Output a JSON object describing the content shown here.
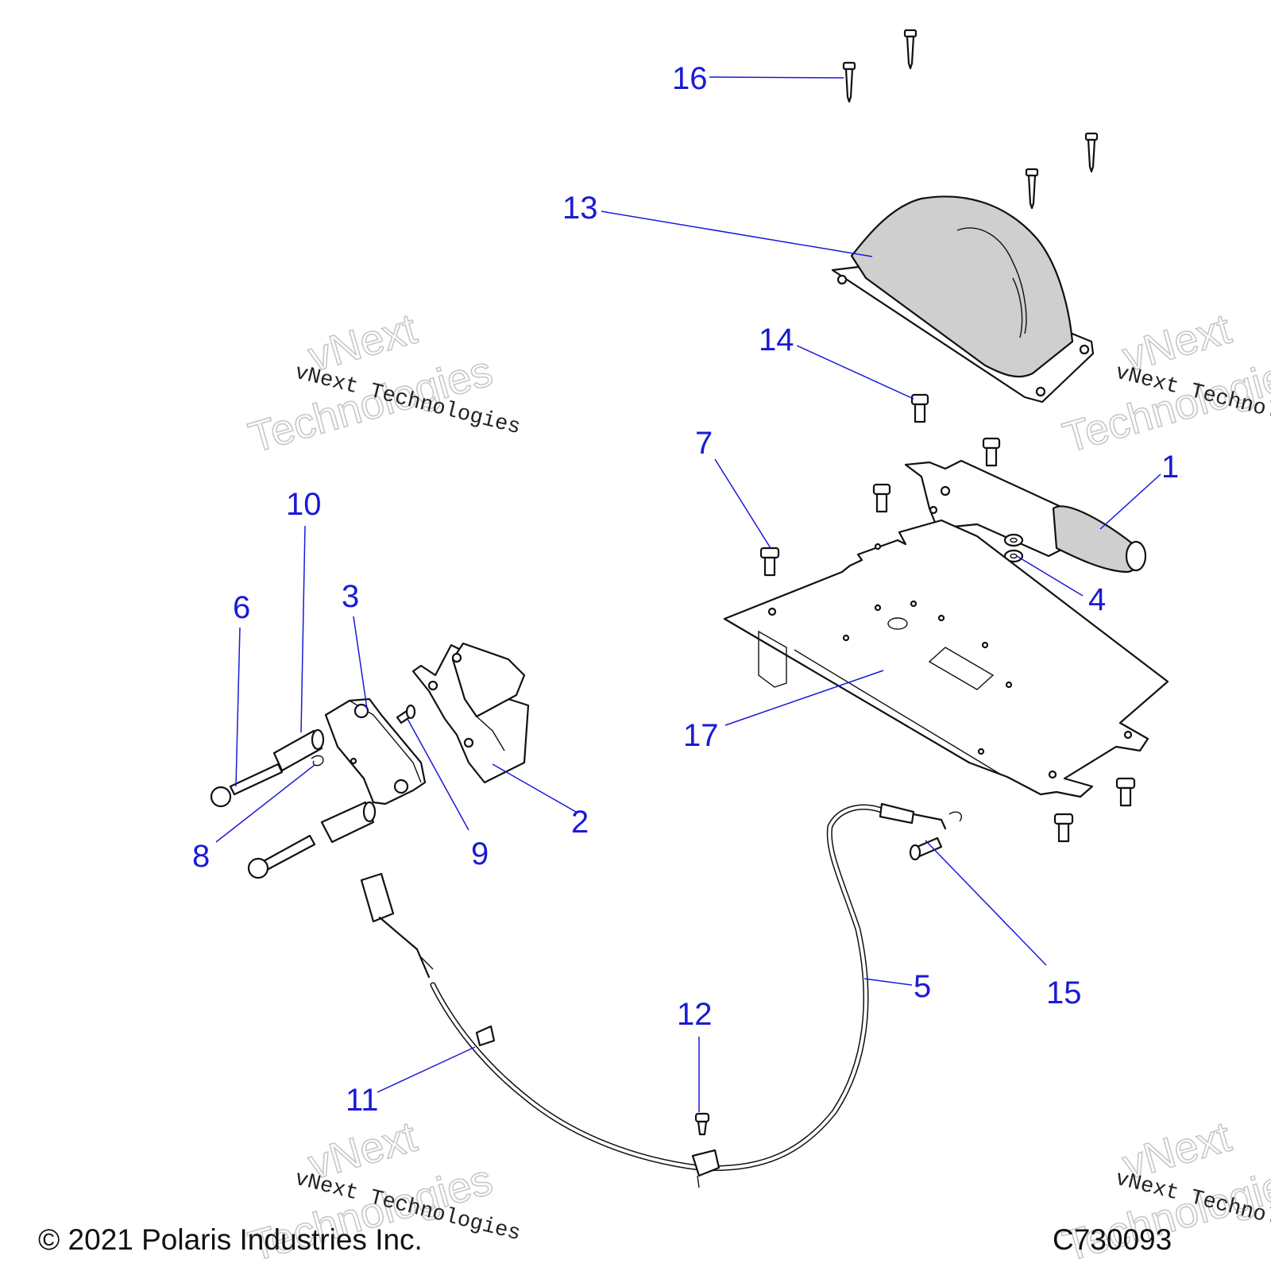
{
  "callouts": {
    "c1": "1",
    "c2": "2",
    "c3": "3",
    "c4": "4",
    "c5": "5",
    "c6": "6",
    "c7": "7",
    "c8": "8",
    "c9": "9",
    "c10": "10",
    "c11": "11",
    "c12": "12",
    "c13": "13",
    "c14": "14",
    "c15": "15",
    "c16": "16",
    "c17": "17"
  },
  "watermark": {
    "brand_line1": "vNext",
    "brand_line2": "Technologies",
    "label": "vNext Technologies"
  },
  "footer": {
    "copyright": "© 2021 Polaris Industries Inc.",
    "drawing_number": "C730093"
  },
  "colors": {
    "callout": "#1a1ad6",
    "line_art": "#111111",
    "shade": "#cfcfcf",
    "watermark": "#c8c8c8"
  }
}
